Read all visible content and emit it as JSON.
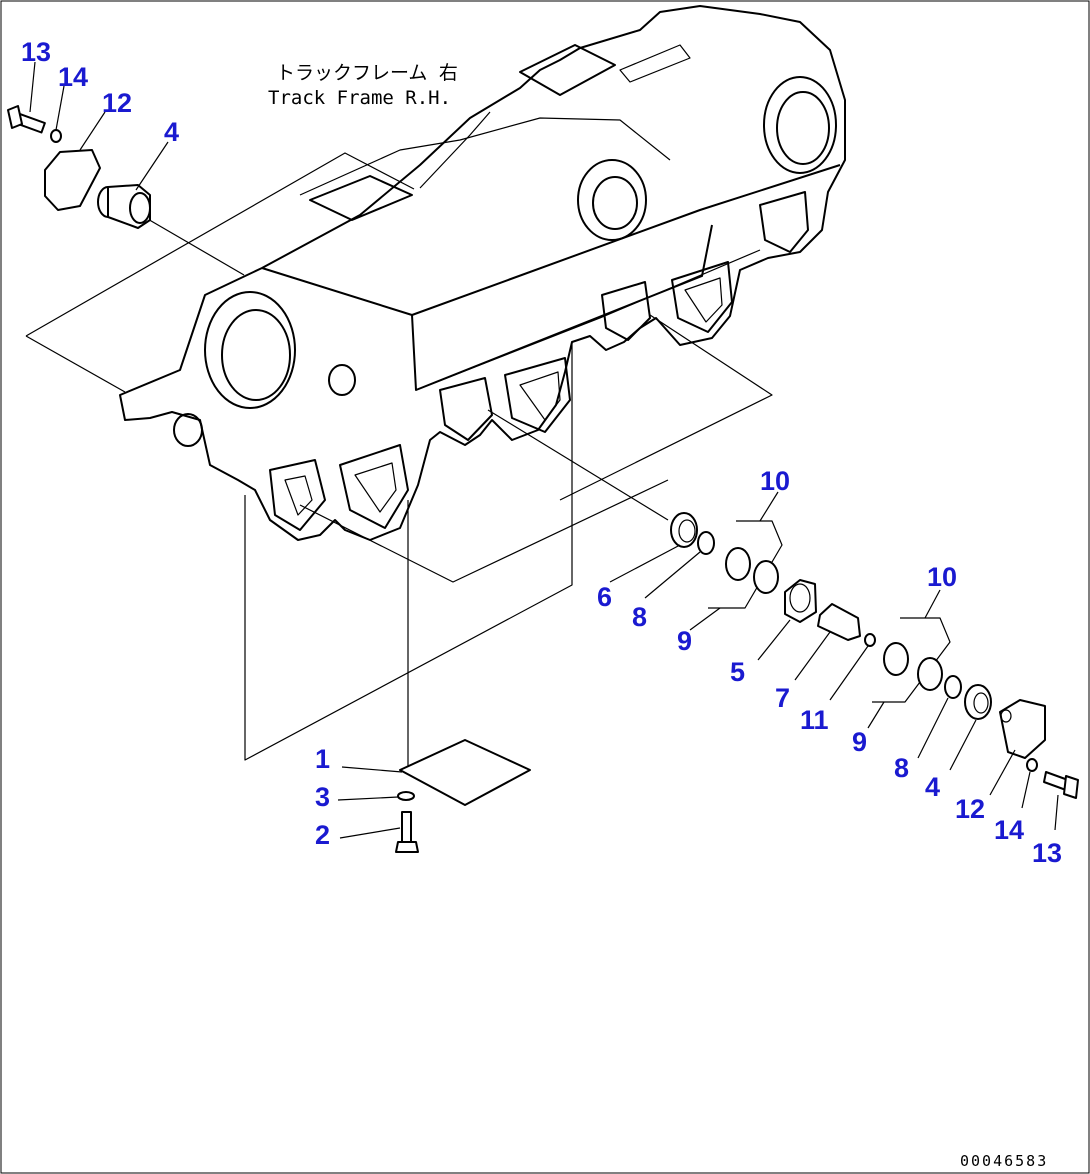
{
  "title": {
    "japanese": "トラックフレーム 右",
    "english": "Track Frame R.H."
  },
  "document_number": "00046583",
  "callouts": [
    {
      "id": "upper-left-13",
      "label": "13"
    },
    {
      "id": "upper-left-14",
      "label": "14"
    },
    {
      "id": "upper-left-12",
      "label": "12"
    },
    {
      "id": "upper-left-4",
      "label": "4"
    },
    {
      "id": "group-10-a",
      "label": "10"
    },
    {
      "id": "6",
      "label": "6"
    },
    {
      "id": "8-a",
      "label": "8"
    },
    {
      "id": "9-a",
      "label": "9"
    },
    {
      "id": "5",
      "label": "5"
    },
    {
      "id": "7",
      "label": "7"
    },
    {
      "id": "11",
      "label": "11"
    },
    {
      "id": "group-10-b",
      "label": "10"
    },
    {
      "id": "9-b",
      "label": "9"
    },
    {
      "id": "8-b",
      "label": "8"
    },
    {
      "id": "4-b",
      "label": "4"
    },
    {
      "id": "12-b",
      "label": "12"
    },
    {
      "id": "14-b",
      "label": "14"
    },
    {
      "id": "13-b",
      "label": "13"
    },
    {
      "id": "1",
      "label": "1"
    },
    {
      "id": "3",
      "label": "3"
    },
    {
      "id": "2",
      "label": "2"
    }
  ],
  "colors": {
    "callout": "#1a1ad0",
    "line": "#000000",
    "background": "#ffffff"
  }
}
